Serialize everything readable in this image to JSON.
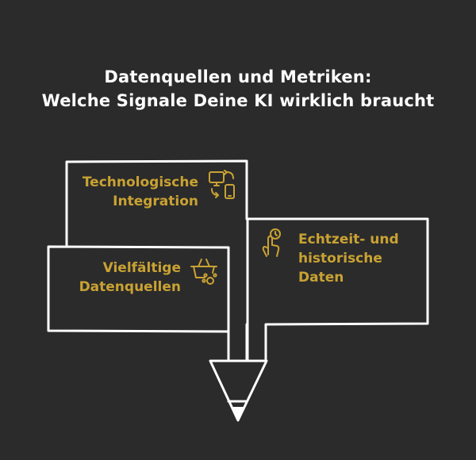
{
  "title": {
    "line1": "Datenquellen und Metriken:",
    "line2": "Welche Signale Deine KI wirklich braucht"
  },
  "sections": {
    "technology": {
      "line1": "Technologische",
      "line2": "Integration",
      "icon": "devices-sync-icon"
    },
    "sources": {
      "line1": "Vielfältige",
      "line2": "Datenquellen",
      "icon": "basket-icon"
    },
    "realtime": {
      "line1": "Echtzeit- und",
      "line2": "historische",
      "line3": "Daten",
      "icon": "hand-clock-icon"
    }
  },
  "colors": {
    "background": "#2b2b2b",
    "outline": "#ffffff",
    "accent": "#c9a233",
    "title": "#ffffff"
  }
}
